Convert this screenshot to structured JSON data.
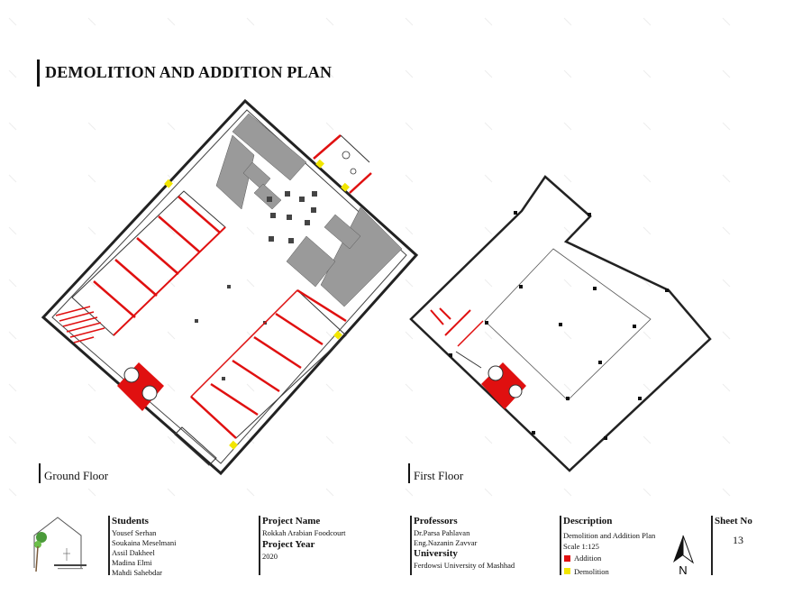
{
  "sheet": {
    "title": "DEMOLITION AND ADDITION PLAN"
  },
  "floors": {
    "ground_label": "Ground Floor",
    "first_label": "First Floor"
  },
  "titleblock": {
    "students_heading": "Students",
    "students": [
      "Yousef Serhan",
      "Soukaina Meselmani",
      "Assil Dakheel",
      "Madina Elmi",
      "Mahdi Sahebdar"
    ],
    "project_name_heading": "Project Name",
    "project_name": "Rokkah Arabian Foodcourt",
    "project_year_heading": "Project Year",
    "project_year": "2020",
    "professors_heading": "Professors",
    "professors": [
      "Dr.Parsa Pahlavan",
      "Eng.Nazanin Zavvar"
    ],
    "university_heading": "University",
    "university": "Ferdowsi University of Mashhad",
    "description_heading": "Description",
    "description": "Demolition and Addition Plan",
    "scale": "Scale 1:125",
    "sheet_no_heading": "Sheet No",
    "sheet_no": "13",
    "north_letter": "N"
  },
  "legend": {
    "addition_label": "Addition",
    "addition_color": "#e01010",
    "demolition_label": "Demolition",
    "demolition_color": "#f2e600"
  },
  "icons": {
    "logo": "house-tree-logo-icon",
    "north": "north-arrow-icon"
  }
}
